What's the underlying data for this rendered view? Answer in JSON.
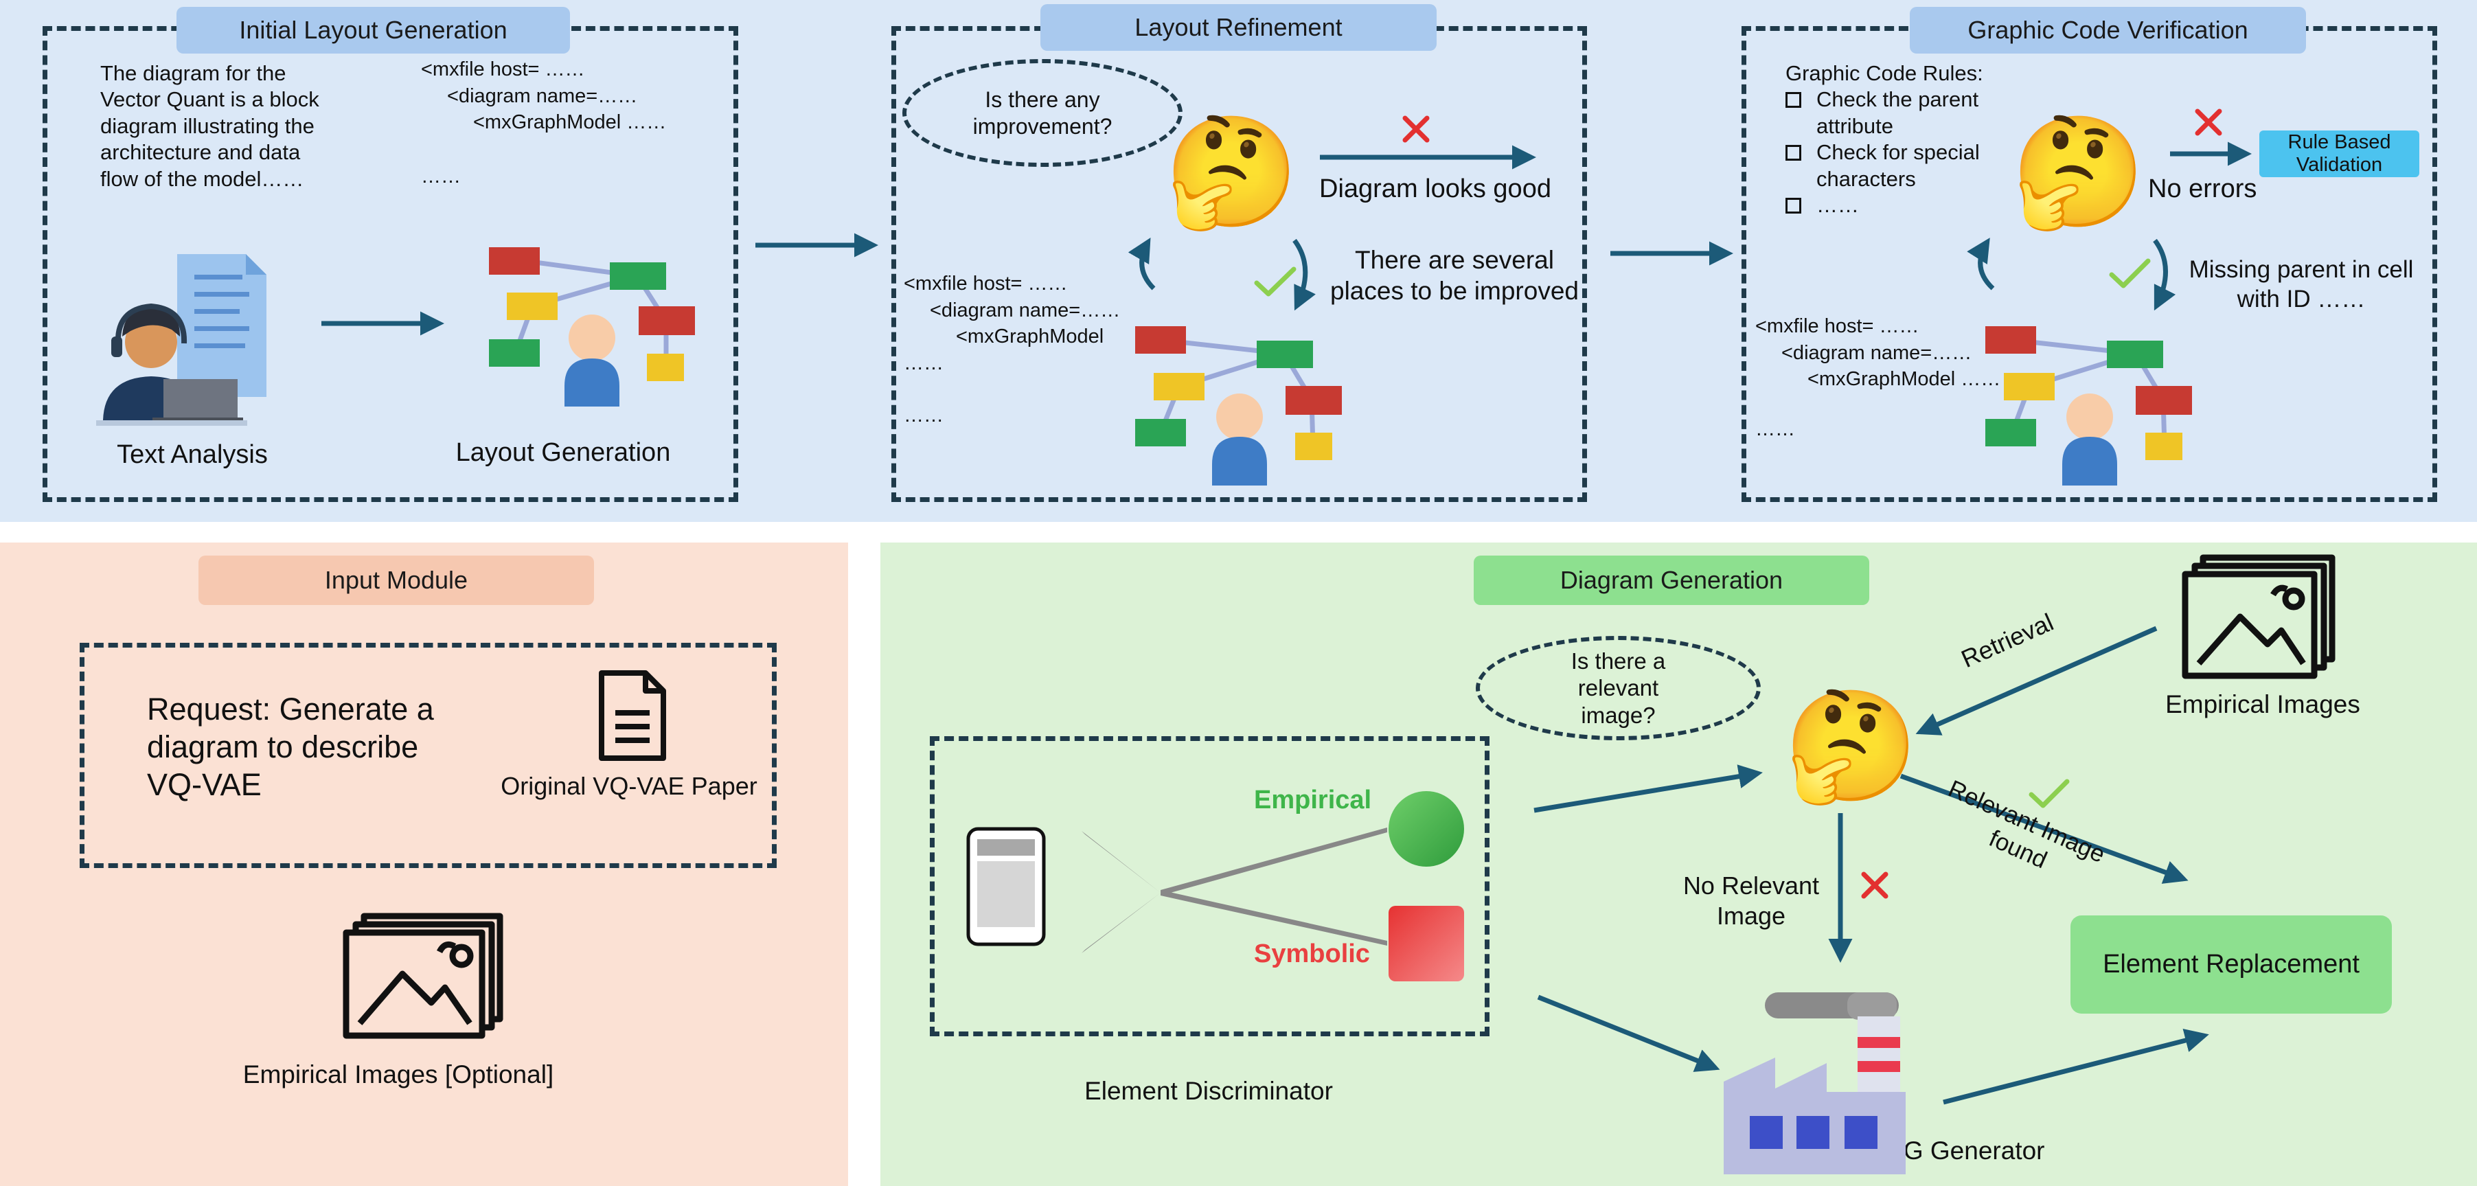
{
  "colors": {
    "top_bg": "#dbe8f7",
    "input_bg": "#fbe1d4",
    "gen_bg": "#dcf2d6",
    "pill_blue": "#a9c9ee",
    "pill_orange": "#f6c8b0",
    "pill_green": "#8de08f",
    "arrow": "#1c5a78",
    "check": "#8ccf4f",
    "cross": "#e33030",
    "empirical": "#3fb54a",
    "symbolic": "#e94040",
    "rule_box": "#4cc3ef",
    "element_replacement": "#8de08f"
  },
  "initial_layout": {
    "title": "Initial Layout Generation",
    "text_analysis_paragraph": "The diagram for the Vector Quant is a block diagram illustrating  the architecture and data flow of the model……",
    "code": [
      "<mxfile host= ……",
      "<diagram name=……",
      "<mxGraphModel ……",
      "……"
    ],
    "text_analysis_label": "Text Analysis",
    "layout_generation_label": "Layout Generation"
  },
  "layout_refinement": {
    "title": "Layout Refinement",
    "bubble": "Is there any improvement?",
    "outcome_good": "Diagram looks good",
    "outcome_improve": "There are several places to be improved",
    "code": [
      "<mxfile host= ……",
      "<diagram name=……",
      "<mxGraphModel",
      "……",
      "……"
    ]
  },
  "graphic_code": {
    "title": "Graphic Code Verification",
    "rules_heading": "Graphic Code Rules:",
    "rules": [
      "Check the parent attribute",
      "Check for special characters",
      "……"
    ],
    "rule_box": "Rule Based Validation",
    "no_errors": "No errors",
    "missing_parent": "Missing parent in cell with ID ……",
    "code": [
      "<mxfile host= ……",
      "<diagram name=……",
      "<mxGraphModel ……",
      "……"
    ]
  },
  "input_module": {
    "title": "Input Module",
    "request": "Request: Generate a diagram to describe VQ-VAE",
    "paper_label": "Original VQ-VAE Paper",
    "images_label": "Empirical Images [Optional]"
  },
  "diagram_generation": {
    "title": "Diagram Generation",
    "bubble": "Is there a relevant image?",
    "empirical": "Empirical",
    "symbolic": "Symbolic",
    "element_discriminator": "Element Discriminator",
    "retrieval": "Retrieval",
    "empirical_images": "Empirical Images",
    "relevant_found": "Relevant Image found",
    "no_relevant": "No Relevant Image",
    "element_replacement": "Element Replacement",
    "svg_generator": "SVG Generator"
  },
  "icons": {
    "thinking": "🤔",
    "check": "✓",
    "cross": "✕"
  }
}
